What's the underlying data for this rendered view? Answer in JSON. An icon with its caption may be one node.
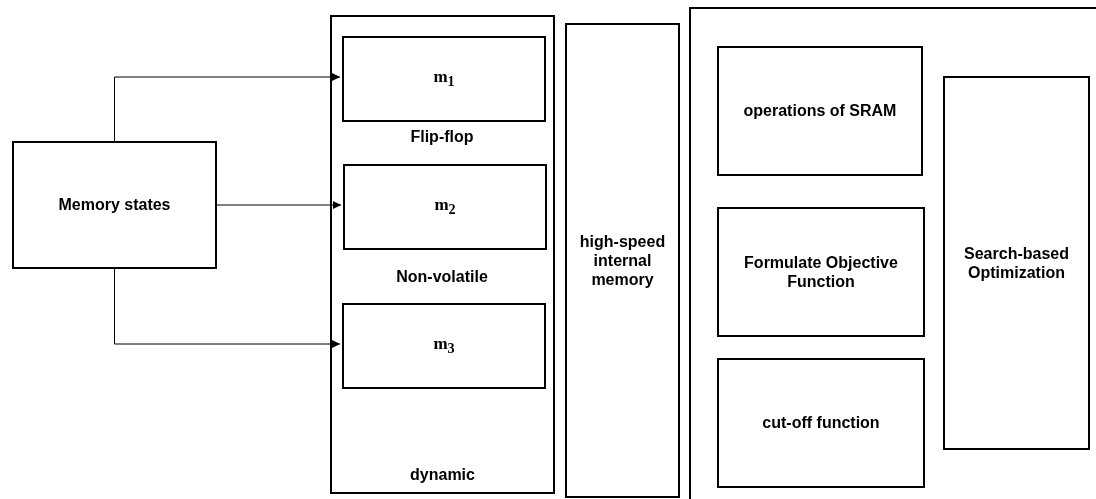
{
  "diagram": {
    "nodes": [
      {
        "text": [
          "Memory states"
        ]
      },
      {
        "text": [
          "dynamic"
        ]
      },
      {
        "text": [
          "m$_{1}$"
        ],
        "in": 1
      },
      {
        "text": [
          "m$_{2}$"
        ],
        "in": 1
      },
      {
        "text": [
          "m$_{3}$"
        ],
        "in": 1
      },
      {
        "text": [
          "high-speed internal memory"
        ]
      },
      {
        "text": [],
        "shape": "box"
      },
      {
        "text": [
          "operations of SRAM"
        ],
        "in": 6
      },
      {
        "text": [
          "Formulate Objective Function"
        ],
        "in": 6
      },
      {
        "text": [
          "cut-off function"
        ],
        "in": 6
      },
      {
        "text": [
          "Search-based Optimization"
        ],
        "in": 6
      }
    ],
    "edges": [
      {
        "from": 0,
        "to": 2,
        "arrow": "to"
      },
      {
        "from": 0,
        "to": 3,
        "arrow": "to"
      },
      {
        "from": 0,
        "to": 4,
        "arrow": "to"
      }
    ],
    "labels": [
      "Flip-flop",
      "Non-volatile"
    ]
  }
}
